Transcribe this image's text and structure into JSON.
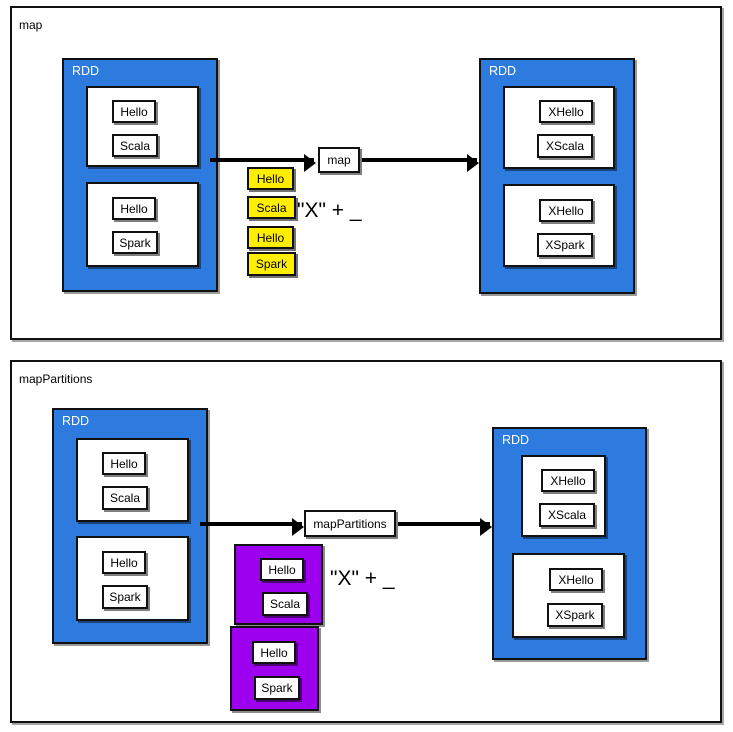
{
  "figure": {
    "title": "Spark map vs mapPartitions transformation diagram",
    "colors": {
      "rdd_blue": "#2e7be0",
      "element_yellow": "#ffee00",
      "partition_magenta": "#9d00ef",
      "outline_black": "#111111",
      "panel_white": "#ffffff"
    }
  },
  "panels": [
    {
      "id": "map-panel",
      "title": "map",
      "source_rdd": {
        "label": "RDD",
        "partitions": [
          {
            "elements": [
              "Hello",
              "Scala"
            ]
          },
          {
            "elements": [
              "Hello",
              "Spark"
            ]
          }
        ]
      },
      "operator": {
        "label": "map"
      },
      "highlight_group": {
        "style": "yellow-elements",
        "elements": [
          "Hello",
          "Scala",
          "Hello",
          "Spark"
        ]
      },
      "formula": "\"X\" + _",
      "result_rdd": {
        "label": "RDD",
        "partitions": [
          {
            "elements": [
              "XHello",
              "XScala"
            ]
          },
          {
            "elements": [
              "XHello",
              "XSpark"
            ]
          }
        ]
      }
    },
    {
      "id": "mappartitions-panel",
      "title": "mapPartitions",
      "source_rdd": {
        "label": "RDD",
        "partitions": [
          {
            "elements": [
              "Hello",
              "Scala"
            ]
          },
          {
            "elements": [
              "Hello",
              "Spark"
            ]
          }
        ]
      },
      "operator": {
        "label": "mapPartitions"
      },
      "highlight_group": {
        "style": "magenta-partitions",
        "partitions": [
          {
            "elements": [
              "Hello",
              "Scala"
            ]
          },
          {
            "elements": [
              "Hello",
              "Spark"
            ]
          }
        ]
      },
      "formula": "\"X\" + _",
      "result_rdd": {
        "label": "RDD",
        "partitions": [
          {
            "elements": [
              "XHello",
              "XScala"
            ]
          },
          {
            "elements": [
              "XHello",
              "XSpark"
            ]
          }
        ]
      }
    }
  ]
}
